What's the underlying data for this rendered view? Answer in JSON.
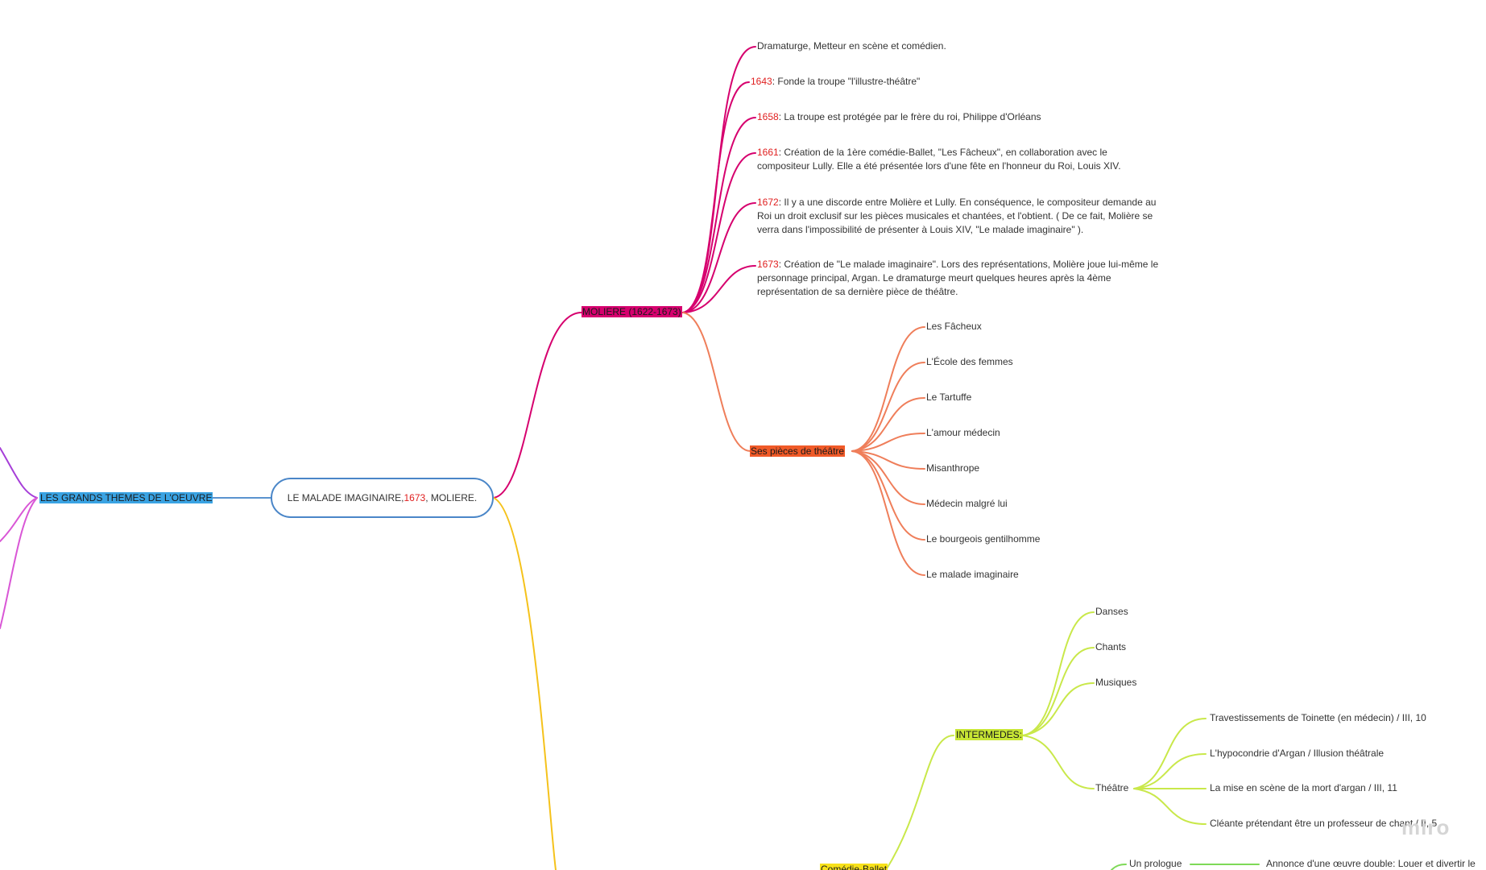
{
  "root": {
    "label": "LE MALADE IMAGINAIRE, ",
    "year": "1673",
    "suffix": ", MOLIERE."
  },
  "themes": {
    "label": "LES GRANDS THEMES DE L'OEUVRE",
    "color": "#3aa3e3"
  },
  "moliere": {
    "label": "MOLIERE (1622-1673)",
    "color": "#d6006e",
    "facts": [
      {
        "date": "",
        "text": "Dramaturge, Metteur en scène et comédien."
      },
      {
        "date": "1643",
        "text": ": Fonde la troupe \"l'illustre-théâtre\""
      },
      {
        "date": "1658",
        "text": ": La troupe est protégée par le frère du roi, Philippe d'Orléans"
      },
      {
        "date": "1661",
        "text": ": Création de la 1ère comédie-Ballet, \"Les Fâcheux\", en collaboration avec le compositeur Lully. Elle a été présentée lors d'une fête en l'honneur du Roi, Louis XIV."
      },
      {
        "date": "1672",
        "text": ": Il y a une discorde entre Molière et Lully. En conséquence, le compositeur demande au Roi un droit exclusif sur les pièces musicales et chantées, et l'obtient. ( De ce fait, Molière se verra dans l'impossibilité de présenter à Louis XIV, \"Le malade imaginaire\" )."
      },
      {
        "date": "1673",
        "text": ": Création de \"Le malade imaginaire\". Lors des représentations, Molière joue lui-même le personnage principal, Argan. Le dramaturge meurt quelques heures après la 4ème représentation de sa dernière pièce de théâtre."
      }
    ]
  },
  "plays": {
    "label": "Ses pièces de théâtre",
    "color": "#f05a28",
    "items": [
      "Les Fâcheux",
      "L'École des femmes",
      "Le Tartuffe",
      "L'amour médecin",
      "Misanthrope",
      "Médecin malgré lui",
      "Le bourgeois gentilhomme",
      "Le malade imaginaire"
    ]
  },
  "intermedes": {
    "label": "INTERMEDES:",
    "color": "#c8e635",
    "items": [
      "Danses",
      "Chants",
      "Musiques",
      "Théâtre"
    ],
    "theatre_items": [
      "Travestissements de Toinette (en médecin) / III, 10",
      "L'hypocondrie d'Argan / Illusion théâtrale",
      "La mise en scène de la mort d'argan / III, 11",
      "Cléante prétendant être un professeur de chant / II, 5"
    ]
  },
  "bottom": {
    "partial_label": "Comédie-Ballet",
    "prologue": "Un prologue",
    "prologue_desc": "Annonce d'une œuvre double: Louer et divertir le"
  },
  "watermark": "miro",
  "colors": {
    "root_border": "#4a86c8",
    "moliere_edges": "#d6006e",
    "plays_edges": "#ef7e5a",
    "intermedes_edges": "#c9e84a",
    "bottom_edges": "#f5c21b",
    "left_edges": "#a63fd8",
    "left_edges_2": "#d957d6",
    "date": "#e02020"
  }
}
